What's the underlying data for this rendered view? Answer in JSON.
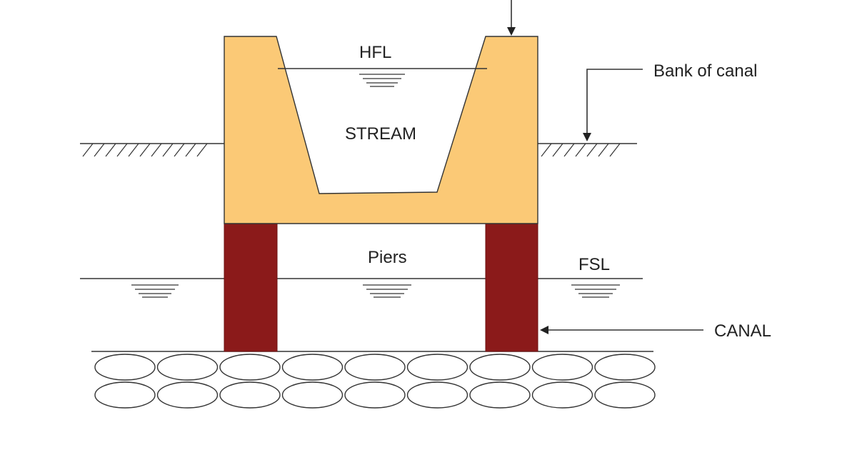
{
  "labels": {
    "hfl": "HFL",
    "stream": "STREAM",
    "bank_of_canal": "Bank of canal",
    "piers": "Piers",
    "fsl": "FSL",
    "canal": "CANAL"
  },
  "colors": {
    "aqueduct_trough": "#fbc976",
    "piers": "#8b1a1a",
    "outline": "#333333"
  }
}
